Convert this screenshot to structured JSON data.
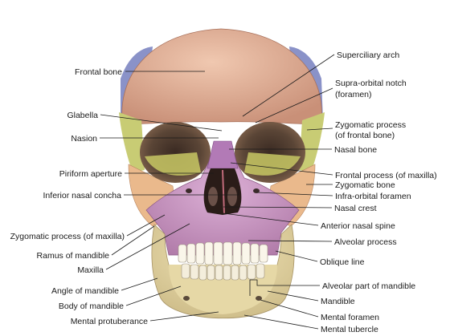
{
  "labels_left": [
    {
      "id": "frontal-bone",
      "text": "Frontal bone"
    },
    {
      "id": "glabella",
      "text": "Glabella"
    },
    {
      "id": "nasion",
      "text": "Nasion"
    },
    {
      "id": "piriform-aperture",
      "text": "Piriform aperture"
    },
    {
      "id": "inferior-nasal-concha",
      "text": "Inferior nasal concha"
    },
    {
      "id": "zygomatic-process-maxilla",
      "text": "Zygomatic process (of maxilla)"
    },
    {
      "id": "ramus-of-mandible",
      "text": "Ramus of mandible"
    },
    {
      "id": "maxilla",
      "text": "Maxilla"
    },
    {
      "id": "angle-of-mandible",
      "text": "Angle of mandible"
    },
    {
      "id": "body-of-mandible",
      "text": "Body of mandible"
    },
    {
      "id": "mental-protuberance",
      "text": "Mental protuberance"
    }
  ],
  "labels_right": [
    {
      "id": "superciliary-arch",
      "lines": [
        "Superciliary arch"
      ]
    },
    {
      "id": "supra-orbital-notch",
      "lines": [
        "Supra-orbital notch",
        "(foramen)"
      ]
    },
    {
      "id": "zygomatic-process-frontal",
      "lines": [
        "Zygomatic process",
        "(of frontal bone)"
      ]
    },
    {
      "id": "nasal-bone",
      "lines": [
        "Nasal bone"
      ]
    },
    {
      "id": "frontal-process-maxilla",
      "lines": [
        "Frontal process (of maxilla)"
      ]
    },
    {
      "id": "zygomatic-bone",
      "lines": [
        "Zygomatic bone"
      ]
    },
    {
      "id": "infra-orbital-foramen",
      "lines": [
        "Infra-orbital foramen"
      ]
    },
    {
      "id": "nasal-crest",
      "lines": [
        "Nasal crest"
      ]
    },
    {
      "id": "anterior-nasal-spine",
      "lines": [
        "Anterior nasal spine"
      ]
    },
    {
      "id": "alveolar-process",
      "lines": [
        "Alveolar process"
      ]
    },
    {
      "id": "oblique-line",
      "lines": [
        "Oblique line"
      ]
    },
    {
      "id": "alveolar-part-mandible",
      "lines": [
        "Alveolar part of mandible"
      ]
    },
    {
      "id": "mandible",
      "lines": [
        "Mandible"
      ]
    },
    {
      "id": "mental-foramen",
      "lines": [
        "Mental foramen"
      ]
    },
    {
      "id": "mental-tubercle",
      "lines": [
        "Mental tubercle"
      ]
    }
  ],
  "colors": {
    "frontal": "#e4b39a",
    "parietal": "#8a92c8",
    "zygomatic": "#eab98c",
    "zygomatic_process_frontal": "#c8cc74",
    "orbit_wall": "#c8c864",
    "maxilla": "#c897c2",
    "nasal": "#b27ab6",
    "mandible": "#e4d6a2",
    "teeth": "#faf6ea"
  }
}
